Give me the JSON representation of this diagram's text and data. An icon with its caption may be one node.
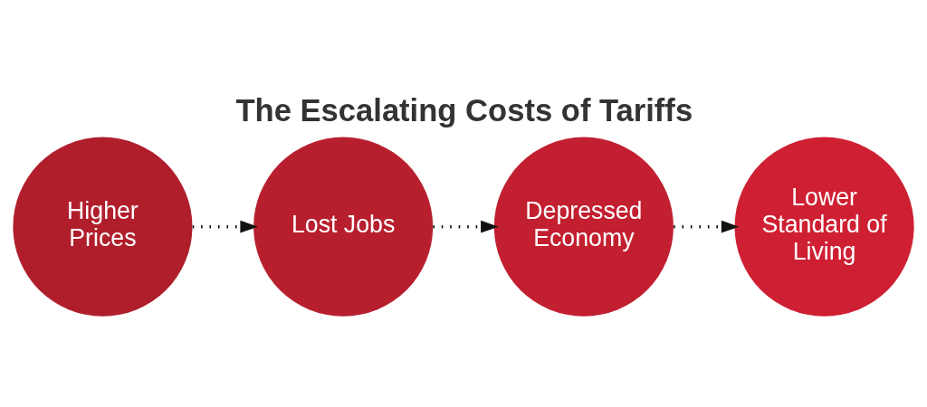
{
  "diagram": {
    "title": "The Escalating Costs of Tariffs",
    "nodes": [
      {
        "text": [
          "Higher Prices"
        ]
      },
      {
        "text": [
          "Lost Jobs"
        ]
      },
      {
        "text": [
          "Depressed Economy"
        ]
      },
      {
        "text": [
          "Lower Standard of Living"
        ]
      }
    ],
    "edges": [
      {
        "from": 0,
        "to": 1,
        "arrow": "to",
        "style": "dashed"
      },
      {
        "from": 1,
        "to": 2,
        "arrow": "to",
        "style": "dashed"
      },
      {
        "from": 2,
        "to": 3,
        "arrow": "to",
        "style": "dashed"
      }
    ]
  }
}
